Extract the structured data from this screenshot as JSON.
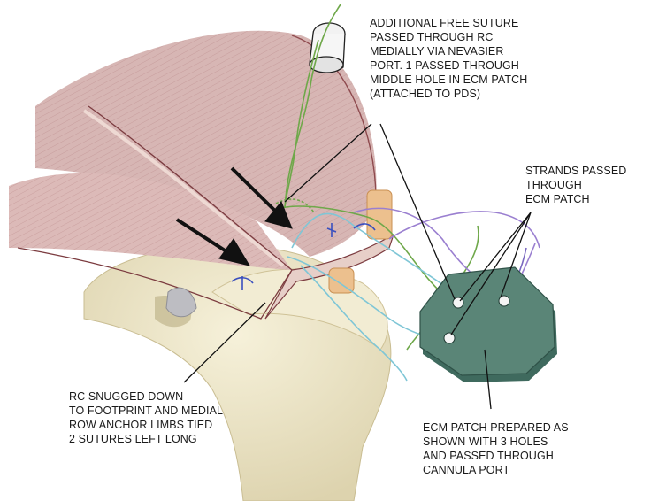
{
  "labels": {
    "additional_suture": "ADDITIONAL FREE SUTURE\nPASSED THROUGH RC\nMEDIALLY VIA NEVASIER\nPORT. 1 PASSED THROUGH\nMIDDLE HOLE IN ECM PATCH\n(ATTACHED TO PDS)",
    "strands_passed": "STRANDS PASSED\nTHROUGH\nECM PATCH",
    "rc_snugged": "RC SNUGGED DOWN\nTO FOOTPRINT AND MEDIAL\nROW ANCHOR LIMBS TIED\n2 SUTURES LEFT LONG",
    "ecm_patch": "ECM PATCH PREPARED AS\nSHOWN WITH 3 HOLES\nAND PASSED THROUGH\nCANNULA PORT"
  },
  "colors": {
    "muscle": "#c99ea0",
    "muscle_dark": "#8e4a4e",
    "tendon": "#e6d6d2",
    "bone": "#efe9cf",
    "patch": "#5a8577",
    "suture_green": "#6fa84a",
    "suture_purple": "#9a7fd0",
    "suture_blue": "#7fc6d6",
    "arrow": "#111111"
  }
}
